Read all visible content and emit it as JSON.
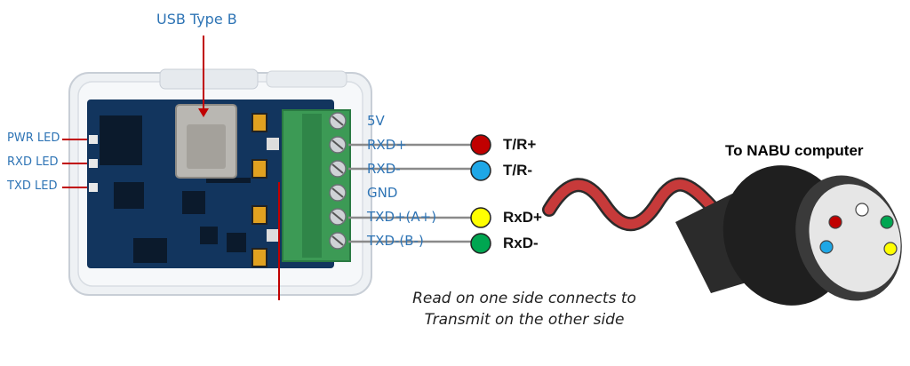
{
  "usb_label": "USB Type B",
  "leds": [
    {
      "label": "PWR LED"
    },
    {
      "label": "RXD LED"
    },
    {
      "label": "TXD LED"
    }
  ],
  "terminals": [
    {
      "label": "5V"
    },
    {
      "label": "RXD+"
    },
    {
      "label": "RXD-"
    },
    {
      "label": "GND"
    },
    {
      "label": "TXD+(A+)"
    },
    {
      "label": "TXD-(B-)"
    }
  ],
  "signals": [
    {
      "label": "T/R+",
      "color": "#c00000"
    },
    {
      "label": "T/R-",
      "color": "#1ea7e6"
    },
    {
      "label": "RxD+",
      "color": "#ffff00"
    },
    {
      "label": "RxD-",
      "color": "#00a651"
    }
  ],
  "nabu_label": "To NABU computer",
  "note_lines": [
    "Read on one side connects to",
    "Transmit on the other side"
  ],
  "colors": {
    "callout_text": "#2e74b5",
    "pointer": "#c00000",
    "pcb": "#12355e",
    "terminal_block": "#3c9a55",
    "cable": "#2b2b2b",
    "cable_wire": "#c73a3a"
  }
}
